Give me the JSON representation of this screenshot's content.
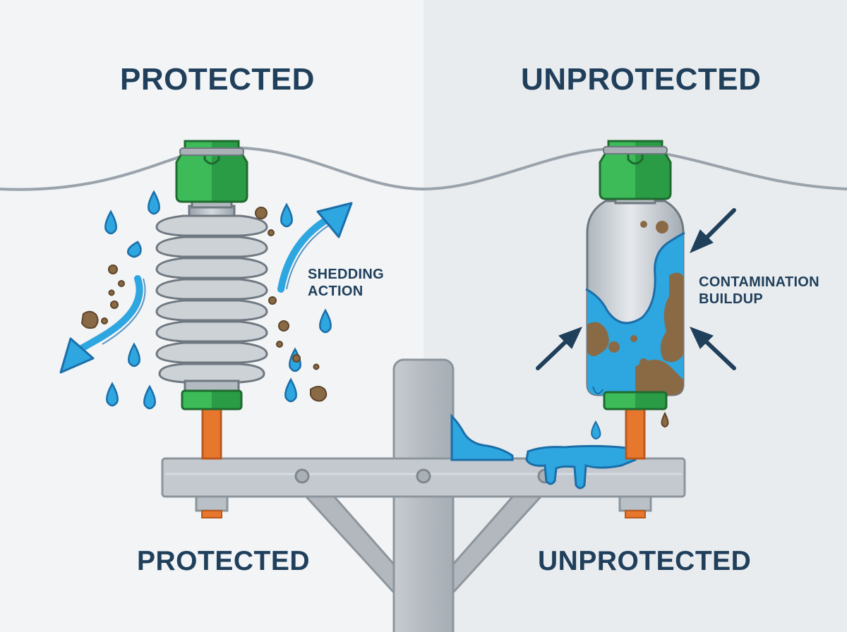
{
  "headings": {
    "left_top": "PROTECTED",
    "right_top": "UNPROTECTED",
    "left_bottom": "PROTECTED",
    "right_bottom": "UNPROTECTED"
  },
  "annotations": {
    "shedding": [
      "SHEDDING",
      "ACTION"
    ],
    "contamination": [
      "CONTAMINATION",
      "BUILDUP"
    ]
  },
  "colors": {
    "background_left": "#f2f4f6",
    "background_right": "#e9ecef",
    "heading_text": "#1f3f5b",
    "insulator_cap": "#33b04f",
    "insulator_body": "#c3c9cf",
    "pin": "#e8772e",
    "water": "#2ea6e0",
    "dirt": "#8a6a45",
    "dark_arrow": "#1f3f5b",
    "pole": "#bfc5cb"
  },
  "icons": {
    "protected_insulator": "shedded-insulator-icon",
    "unprotected_insulator": "contaminated-insulator-icon",
    "water_drop": "water-drop-icon",
    "dirt_particle": "dirt-particle-icon",
    "shedding_arrow": "curved-arrow-icon",
    "pressure_arrow": "inward-arrow-icon",
    "utility_pole": "utility-pole-icon",
    "power_line": "power-line-icon"
  }
}
